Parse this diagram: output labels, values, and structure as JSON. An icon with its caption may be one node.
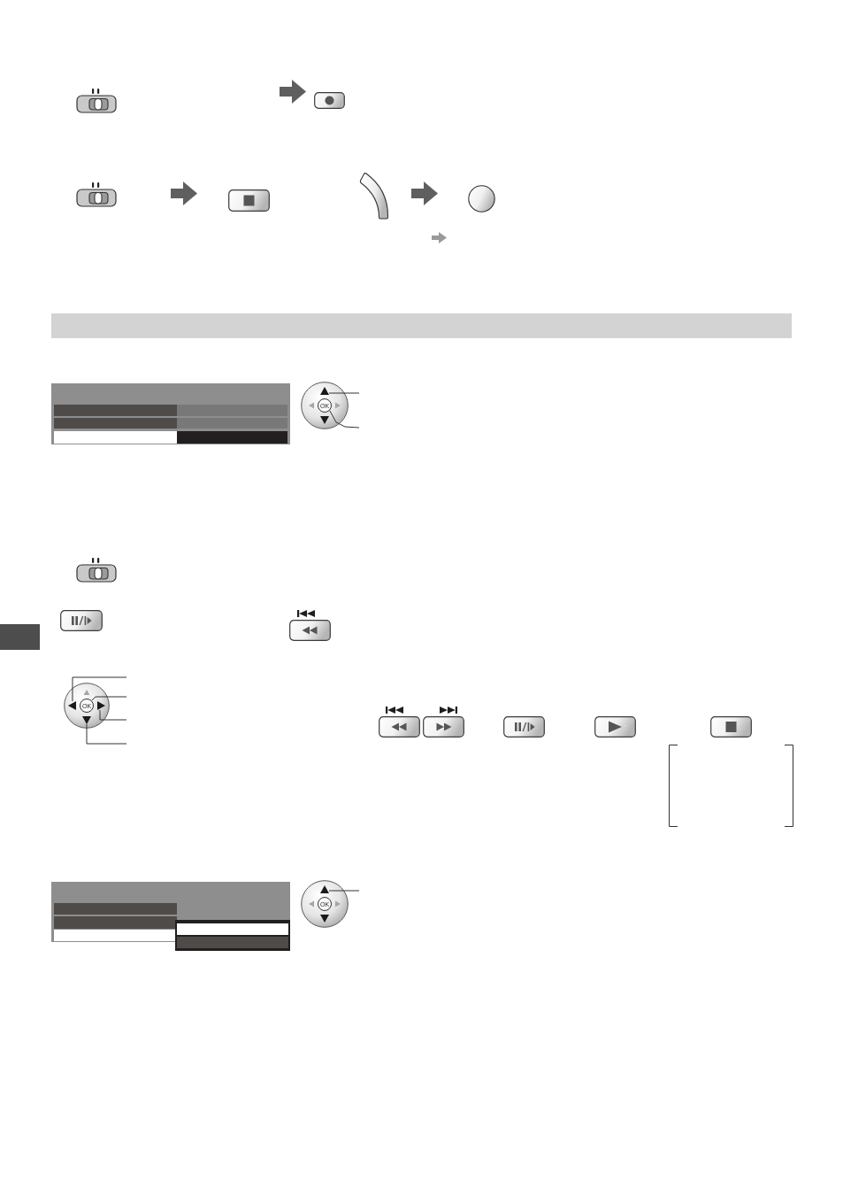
{
  "diagram": {
    "nodes": [
      {
        "text": [],
        "shape": "triangle"
      },
      {
        "text": [
          "OK"
        ]
      },
      {
        "text": [],
        "shape": "triangle"
      },
      {
        "text": [
          "OK"
        ]
      },
      {
        "text": [],
        "shape": "triangle"
      },
      {
        "text": [],
        "shape": "triangle"
      },
      {
        "text": [],
        "shape": "triangle"
      },
      {
        "text": [
          "OK"
        ]
      }
    ],
    "edges": [
      {
        "from": null,
        "to": 0,
        "arrow": "none"
      },
      {
        "from": null,
        "to": 1,
        "arrow": "none"
      },
      {
        "from": null,
        "to": 2,
        "arrow": "none"
      },
      {
        "from": null,
        "to": 3,
        "arrow": "none"
      },
      {
        "from": null,
        "to": 4,
        "arrow": "none"
      },
      {
        "from": null,
        "to": 5,
        "arrow": "none"
      },
      {
        "from": null,
        "to": 6,
        "arrow": "none"
      }
    ]
  }
}
